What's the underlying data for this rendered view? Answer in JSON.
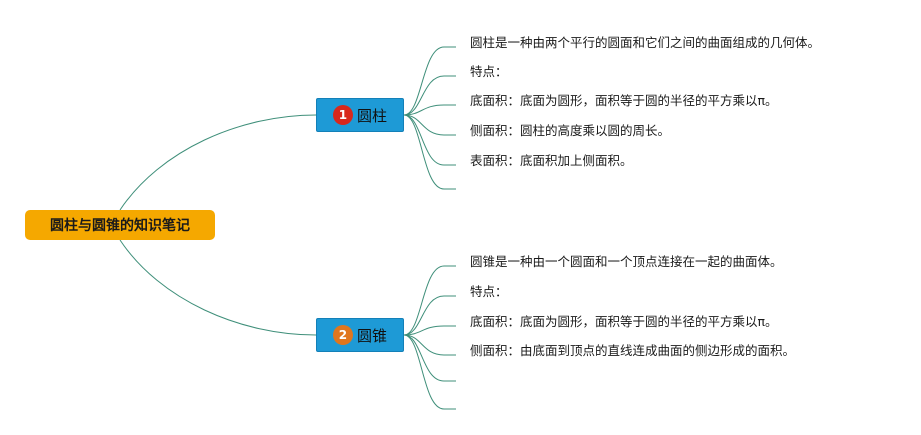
{
  "root": {
    "label": "圆柱与圆锥的知识笔记"
  },
  "branches": [
    {
      "label": "圆柱",
      "badge": "1",
      "badge_color": "#d8281c",
      "items": [
        "圆柱是一种由两个平行的圆面和它们之间的曲面组成的几何体。",
        "特点：",
        "底面积：底面为圆形，面积等于圆的半径的平方乘以π。",
        "侧面积：圆柱的高度乘以圆的周长。",
        "表面积：底面积加上侧面积。",
        ""
      ]
    },
    {
      "label": "圆锥",
      "badge": "2",
      "badge_color": "#e0761e",
      "items": [
        "圆锥是一种由一个圆面和一个顶点连接在一起的曲面体。",
        "特点：",
        "底面积：底面为圆形，面积等于圆的半径的平方乘以π。",
        "侧面积：由底面到顶点的直线连成曲面的侧边形成的面积。",
        "",
        ""
      ]
    }
  ],
  "colors": {
    "root_bg": "#f5a800",
    "branch_bg": "#1e9ad6",
    "connector": "#3f8f7a"
  }
}
